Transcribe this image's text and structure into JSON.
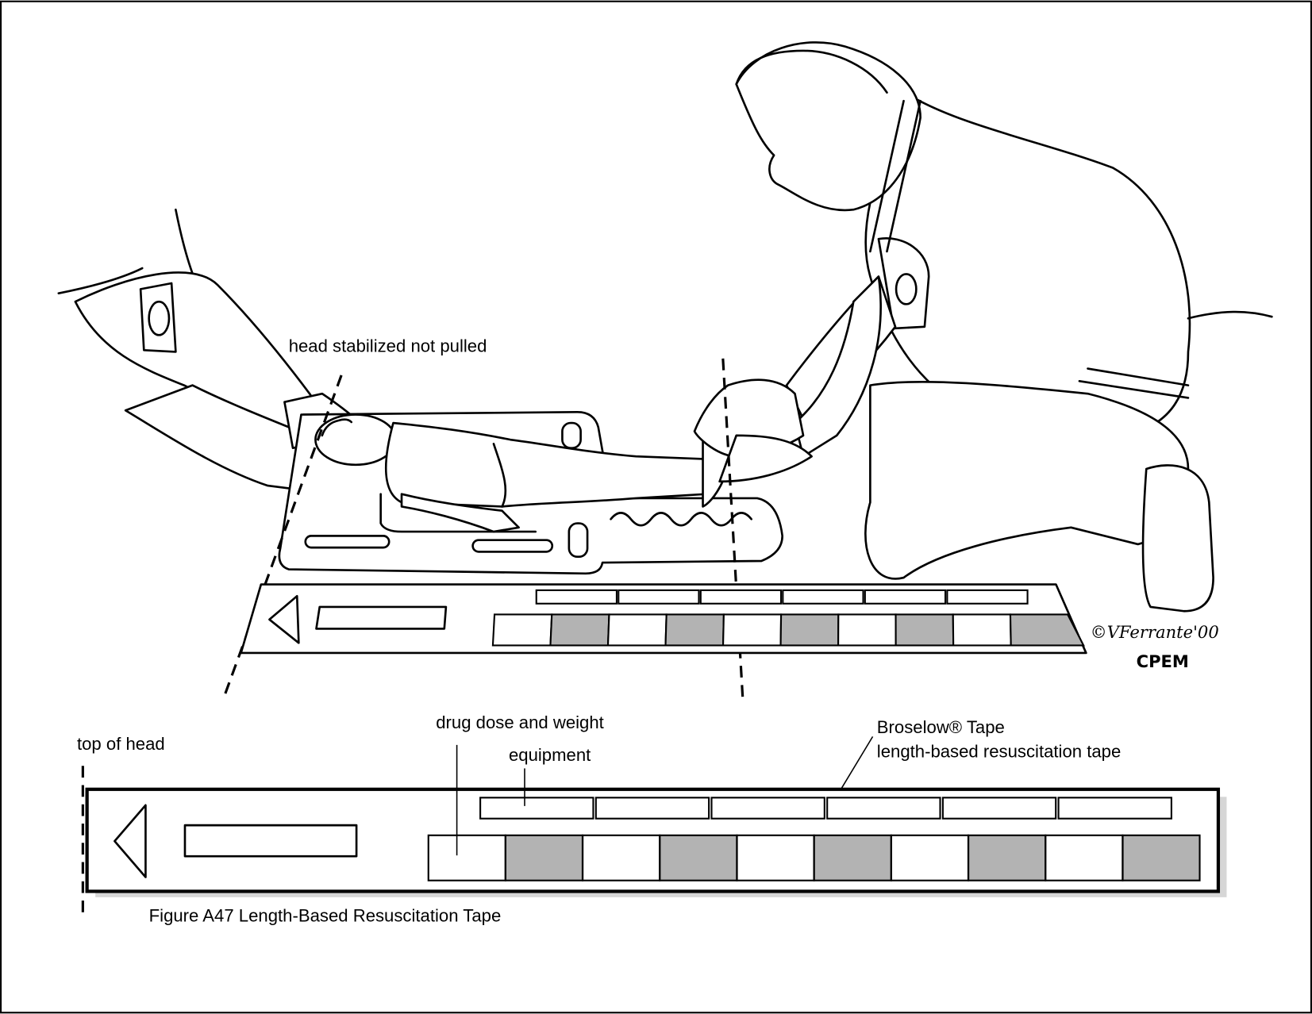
{
  "illustration": {
    "head_label": "head stabilized not pulled",
    "signature": "©VFerrante'00",
    "credit": "CPEM"
  },
  "tape_diagram": {
    "top_of_head_label": "top of head",
    "drug_dose_label": "drug dose and weight",
    "equipment_label": "equipment",
    "brand_label": "Broselow® Tape",
    "brand_description": "length-based resuscitation tape",
    "equipment_boxes": 6,
    "color_zones": 10
  },
  "caption": "Figure A47 Length-Based Resuscitation Tape",
  "colors": {
    "zone_gray": "#b3b3b3",
    "shadow": "#d6d6d6",
    "line": "#000000"
  }
}
